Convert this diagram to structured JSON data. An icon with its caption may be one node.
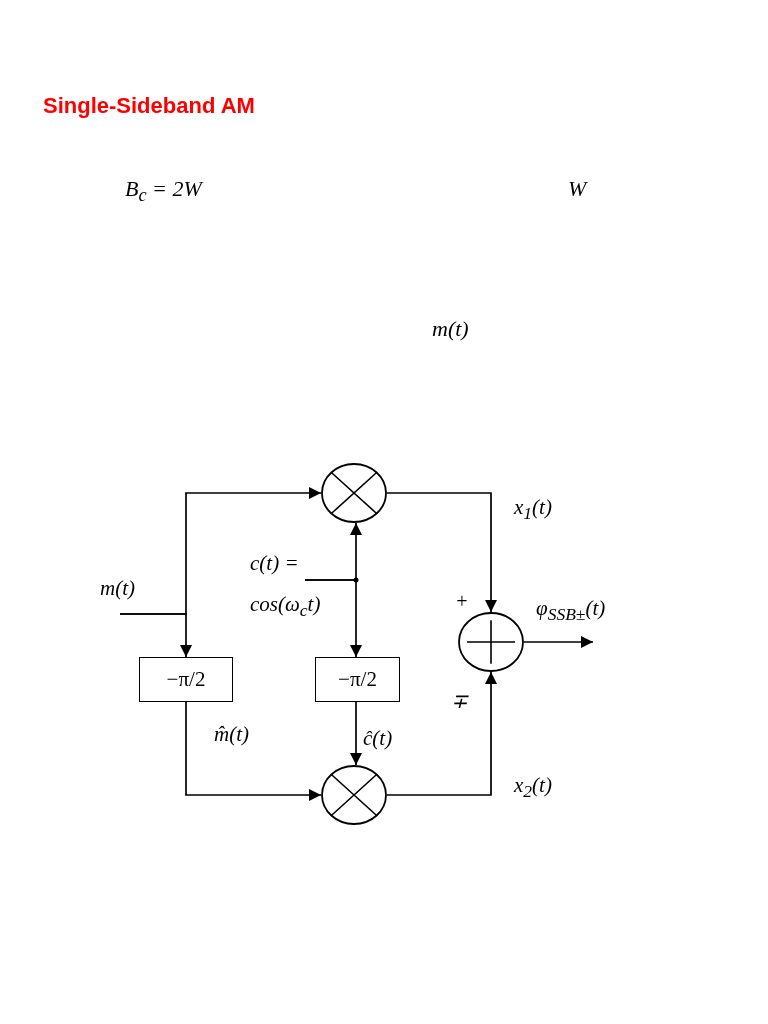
{
  "diagram": {
    "title": "Single-Sideband AM",
    "nodes": [
      {
        "text": [
          "m(t)"
        ]
      },
      {
        "text": [],
        "shape": "circle"
      },
      {
        "text": [
          "−π/2"
        ]
      },
      {
        "text": [
          "c(t) =",
          "cos(ω$_{c}$t)"
        ]
      },
      {
        "text": [
          "−π/2"
        ]
      },
      {
        "text": [],
        "shape": "circle"
      },
      {
        "text": [],
        "shape": "circle"
      }
    ],
    "edges": [
      {
        "from": 0,
        "to": 1,
        "arrow": "to"
      },
      {
        "from": 0,
        "to": 2,
        "arrow": "to"
      },
      {
        "from": 3,
        "to": 1,
        "arrow": "to"
      },
      {
        "from": 3,
        "to": 4,
        "arrow": "to"
      },
      {
        "from": 2,
        "to": 5,
        "arrow": "to",
        "label": "m̂(t)"
      },
      {
        "from": 4,
        "to": 5,
        "arrow": "to",
        "label": "ĉ(t)"
      },
      {
        "from": 1,
        "to": 6,
        "arrow": "to",
        "label": "x$_{1}$(t)"
      },
      {
        "from": 5,
        "to": 6,
        "arrow": "to",
        "label": "x$_{2}$(t)"
      },
      {
        "from": 6,
        "to": null,
        "arrow": "to",
        "label": "φ$_{SSB±}$(t)"
      }
    ],
    "labels": [
      "B$_{c}$ = 2W",
      "W",
      "m(t)",
      "+",
      "∓"
    ]
  }
}
